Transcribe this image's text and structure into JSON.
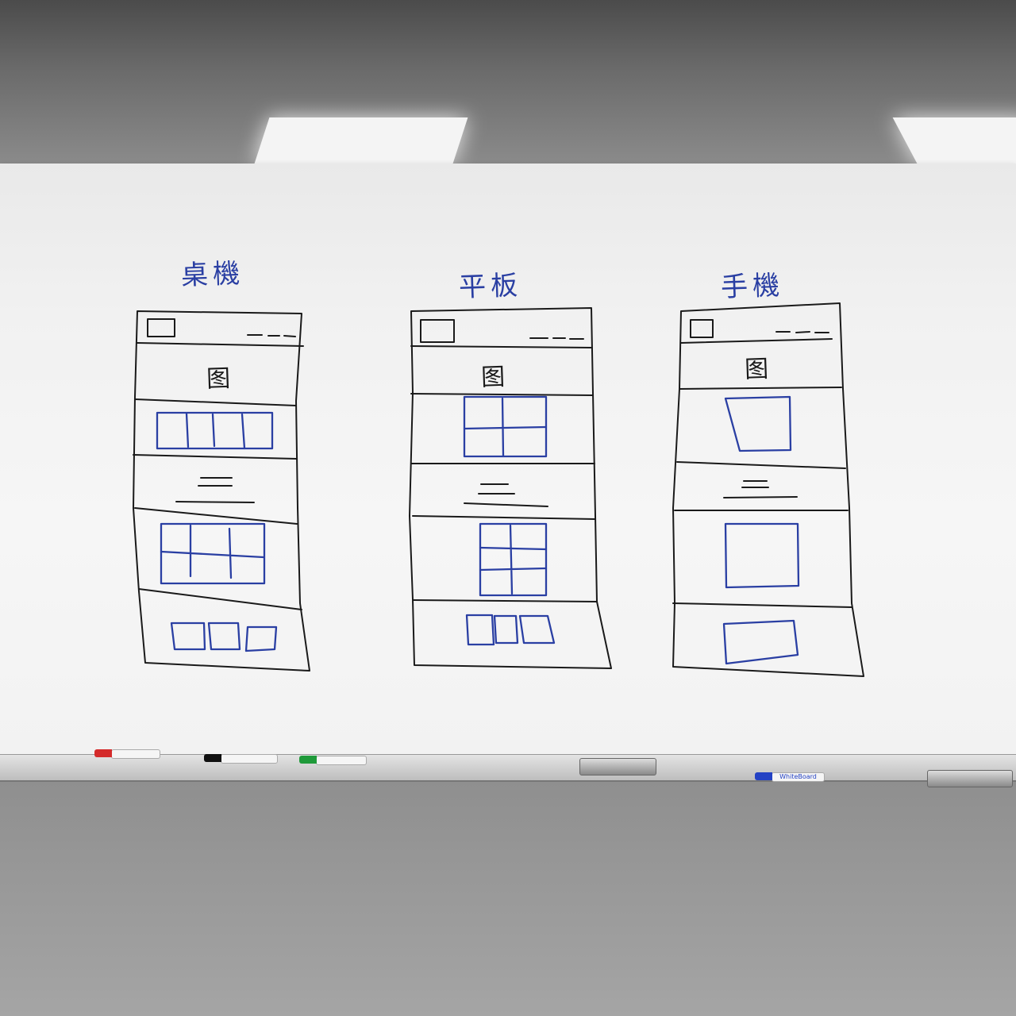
{
  "board": {
    "columns": [
      {
        "heading": "桌機",
        "section_label": "图"
      },
      {
        "heading": "平板",
        "section_label": "图"
      },
      {
        "heading": "手機",
        "section_label": "图"
      }
    ]
  },
  "tray": {
    "markers": [
      {
        "label": "",
        "cap_color": "#d42b2b"
      },
      {
        "label": "",
        "cap_color": "#111111"
      },
      {
        "label": "",
        "cap_color": "#1f9a3a"
      },
      {
        "label": "WhiteBoard",
        "cap_color": "#2442c4"
      }
    ]
  },
  "colors": {
    "ink_black": "#1a1a1a",
    "ink_blue": "#2a3fa3",
    "board": "#f3f3f3"
  }
}
